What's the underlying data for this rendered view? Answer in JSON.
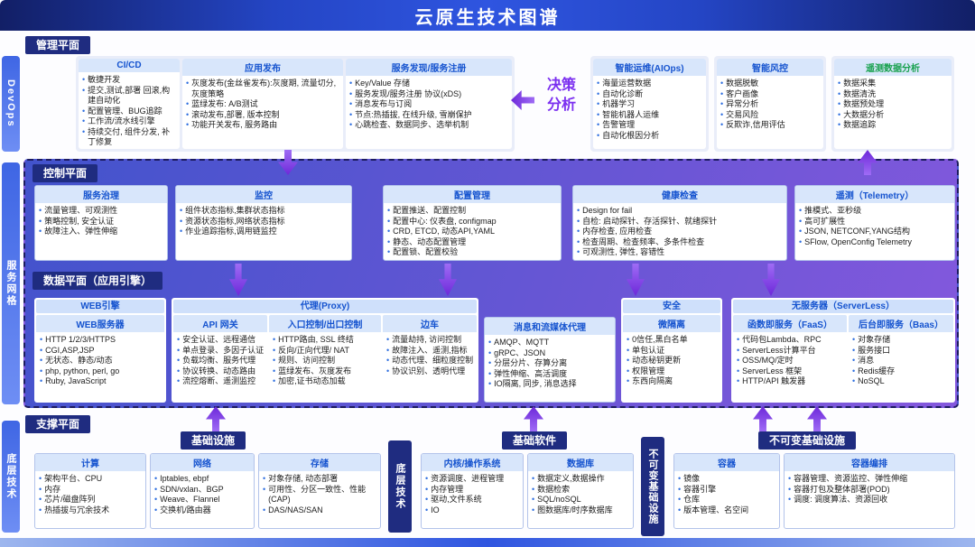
{
  "title": "云原生技术图谱",
  "side_labels": {
    "devops": "DevOps",
    "service_mesh": "服务网格",
    "low_level_tech": "底层技术"
  },
  "colors": {
    "header_blue": "#2f55e0",
    "navy_label": "#1f2c80",
    "band_gradient_start": "#4253cc",
    "band_gradient_end": "#8458dd",
    "card_header_bg": "#d8e6fb",
    "card_header_text": "#1553cf",
    "arrow_purple": "#7c3aed",
    "decision_purple": "#7b2ff0",
    "green_title": "#18a14e"
  },
  "management": {
    "label": "管理平面",
    "decision_label": "决策分析",
    "left_cards": [
      {
        "title": "CI/CD",
        "items": [
          "敏捷开发",
          "提交,测试,部署 回滚,构建自动化",
          "配置管理、BUG追踪",
          "工作流/流水线引擎",
          "持续交付, 组件分发, 补丁修复"
        ]
      },
      {
        "title": "应用发布",
        "items": [
          "灰度发布(金丝雀发布):灰度期, 流量切分, 灰度策略",
          "蓝绿发布: A/B测试",
          "滚动发布,部署, 版本控制",
          "功能开关发布, 服务路由"
        ]
      },
      {
        "title": "服务发现/服务注册",
        "items": [
          "Key/Value 存储",
          "服务发现/服务注册 协议(xDS)",
          "消息发布与订阅",
          "节点:热插拔, 在线升级, 雪崩保护",
          "心跳检查、数据同步、选举机制"
        ]
      }
    ],
    "right_cards": [
      {
        "title": "智能运维(AIOps)",
        "items": [
          "海量运营数据",
          "自动化诊断",
          "机器学习",
          "智能机器人运维",
          "告警管理",
          "自动化根因分析"
        ]
      },
      {
        "title": "智能风控",
        "items": [
          "数据脱敏",
          "客户画像",
          "异常分析",
          "交易风险",
          "反欺诈,信用评估"
        ]
      },
      {
        "title": "遥测数据分析",
        "items": [
          "数据采集",
          "数据清洗",
          "数据预处理",
          "大数据分析",
          "数据追踪"
        ]
      }
    ]
  },
  "control": {
    "label": "控制平面",
    "cards": [
      {
        "title": "服务治理",
        "items": [
          "流量管理、可观测性",
          "策略控制, 安全认证",
          "故障注入、弹性伸缩"
        ]
      },
      {
        "title": "监控",
        "items": [
          "组件状态指标,集群状态指标",
          "资源状态指标,网络状态指标",
          "作业追踪指标,调用链监控"
        ]
      },
      {
        "title": "配置管理",
        "items": [
          "配置推送、配置控制",
          "配置中心: 仪表盘, configmap",
          "CRD, ETCD, 动态API,YAML",
          "静态、动态配置管理",
          "配置锁、配置校验"
        ]
      },
      {
        "title": "健康检查",
        "items": [
          "Design for fail",
          "自检: 启动探针、存活探针、就绪探针",
          "内存检查, 应用检查",
          "检查周期、检查频率、多条件检查",
          "可观测性, 弹性, 容错性"
        ]
      },
      {
        "title": "遥测（Telemetry）",
        "items": [
          "推模式、亚秒级",
          "高可扩展性",
          "JSON, NETCONF,YANG结构",
          "SFlow, OpenConfig Telemetry"
        ]
      }
    ]
  },
  "dataplane": {
    "label": "数据平面（应用引擎）",
    "web": {
      "header": "WEB引擎",
      "card": {
        "title": "WEB服务器",
        "items": [
          "HTTP 1/2/3/HTTPS",
          "CGI,ASP,JSP",
          "无状态、静态/动态",
          "php, python, perl, go",
          "Ruby, JavaScript"
        ]
      }
    },
    "proxy": {
      "header": "代理(Proxy)",
      "cards": [
        {
          "title": "API 网关",
          "items": [
            "安全认证、远程通信",
            "单点登录、多因子认证",
            "负载均衡、服务代理",
            "协议转换、动态路由",
            "流控熔断、遥测监控"
          ]
        },
        {
          "title": "入口控制/出口控制",
          "items": [
            "HTTP路由, SSL 终结",
            "反向/正向代理/ NAT",
            "规则、访问控制",
            "蓝绿发布、灰度发布",
            "加密,证书动态加载"
          ]
        },
        {
          "title": "边车",
          "items": [
            "流量劫持, 访问控制",
            "故障注入、遥测,指标",
            "动态代理、细粒度控制",
            "协议识别、透明代理"
          ]
        }
      ]
    },
    "message": {
      "card": {
        "title": "消息和流媒体代理",
        "items": [
          "AMQP、MQTT",
          "gRPC、JSON",
          "分层分片、存算分离",
          "弹性伸缩、高活调度",
          "IO隔离, 同步, 消息选择"
        ]
      }
    },
    "security": {
      "header": "安全",
      "card": {
        "title": "微隔离",
        "items": [
          "0信任,黑白名单",
          "单包认证",
          "动态秘钥更新",
          "权限管理",
          "东西向隔离"
        ]
      }
    },
    "serverless": {
      "header": "无服务器（ServerLess）",
      "cards": [
        {
          "title": "函数即服务（FaaS）",
          "items": [
            "代码包Lambda、RPC",
            "ServerLess计算平台",
            "OSS/MQ/定时",
            "ServerLess 框架",
            "HTTP/API 触发器"
          ]
        },
        {
          "title": "后台即服务（Baas）",
          "items": [
            "对象存储",
            "服务接口",
            "消息",
            "Redis缓存",
            "NoSQL"
          ]
        }
      ]
    }
  },
  "support": {
    "label": "支撑平面",
    "vertical_tech": "底层技术",
    "vertical_immutable": "不可变基础设施",
    "infra": {
      "label": "基础设施",
      "cards": [
        {
          "title": "计算",
          "items": [
            "架构平台、CPU",
            "内存",
            "芯片/磁盘阵列",
            "热插拔与冗余技术"
          ]
        },
        {
          "title": "网络",
          "items": [
            "Iptables, ebpf",
            "SDN/vxlan、BGP",
            "Weave、Flannel",
            "交换机/路由器"
          ]
        },
        {
          "title": "存储",
          "items": [
            "对象存储, 动态部署",
            "可用性、分区一致性、性能(CAP)",
            "DAS/NAS/SAN"
          ]
        }
      ]
    },
    "software": {
      "label": "基础软件",
      "cards": [
        {
          "title": "内核/操作系统",
          "items": [
            "资源调度、进程管理",
            "内存管理",
            "驱动,文件系统",
            "IO"
          ]
        },
        {
          "title": "数据库",
          "items": [
            "数据定义,数据操作",
            "数据检索",
            "SQL/noSQL",
            "图数据库/时序数据库"
          ]
        }
      ]
    },
    "immutable": {
      "label": "不可变基础设施",
      "cards": [
        {
          "title": "容器",
          "items": [
            "镜像",
            "容器引擎",
            "仓库",
            "版本管理、名空间"
          ]
        },
        {
          "title": "容器编排",
          "items": [
            "容器管理、资源监控、弹性伸缩",
            "容器打包及整体部署(POD)",
            "调度: 调度算法、资源回收"
          ]
        }
      ]
    }
  }
}
